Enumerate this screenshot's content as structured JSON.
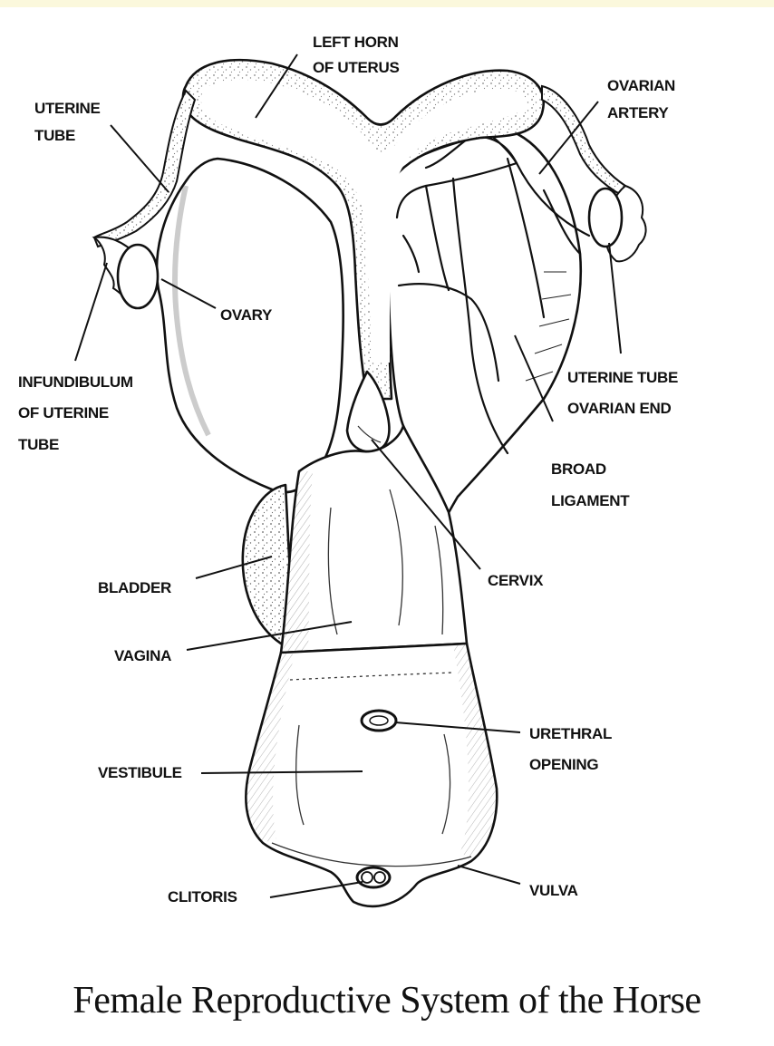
{
  "title": "Female Reproductive System of the Horse",
  "labels": {
    "left_horn": [
      "LEFT HORN",
      "OF UTERUS"
    ],
    "uterine_tube": [
      "UTERINE",
      "TUBE"
    ],
    "ovarian_artery": [
      "OVARIAN",
      "ARTERY"
    ],
    "ovary": [
      "OVARY"
    ],
    "infundibulum": [
      "INFUNDIBULUM",
      "OF UTERINE",
      "TUBE"
    ],
    "uterine_tube_ovarian_end": [
      "UTERINE TUBE",
      "OVARIAN END"
    ],
    "broad_ligament": [
      "BROAD",
      "LIGAMENT"
    ],
    "cervix": [
      "CERVIX"
    ],
    "bladder": [
      "BLADDER"
    ],
    "vagina": [
      "VAGINA"
    ],
    "urethral_opening": [
      "URETHRAL",
      "OPENING"
    ],
    "vestibule": [
      "VESTIBULE"
    ],
    "clitoris": [
      "CLITORIS"
    ],
    "vulva": [
      "VULVA"
    ]
  },
  "colors": {
    "top_band": "#fbf8dc",
    "ink": "#111111"
  }
}
